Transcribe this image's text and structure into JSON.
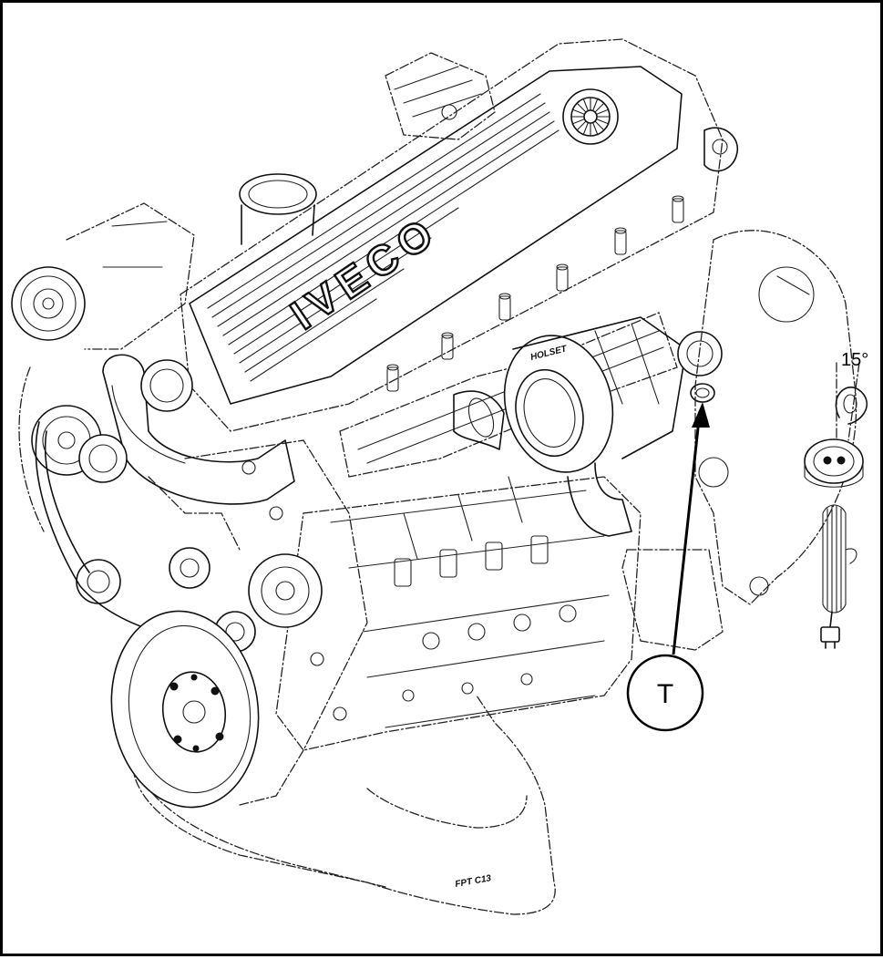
{
  "callout": {
    "label": "T"
  },
  "angle_annotation": {
    "text": "15°"
  },
  "engine": {
    "logo_text": "IVECO"
  },
  "turbo": {
    "plate_text": "HOLSET"
  },
  "oil_pan": {
    "mark_text": "FPT C13"
  }
}
